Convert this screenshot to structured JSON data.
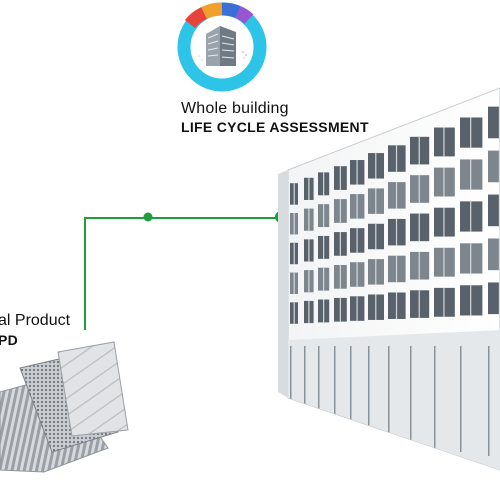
{
  "lca": {
    "line1": "Whole building",
    "line2": "LIFE CYCLE ASSESSMENT",
    "ring_color": "#2ec4e8",
    "segment_colors": [
      "#e8433a",
      "#f0a02b",
      "#3a6fd8",
      "#9a56d1"
    ],
    "icon": "building-icon"
  },
  "product": {
    "line1": "al Product",
    "line2": "PD",
    "icon": "panel-stack-icon"
  },
  "connector": {
    "color": "#1e9e3c"
  },
  "building": {
    "icon": "office-building-icon"
  }
}
